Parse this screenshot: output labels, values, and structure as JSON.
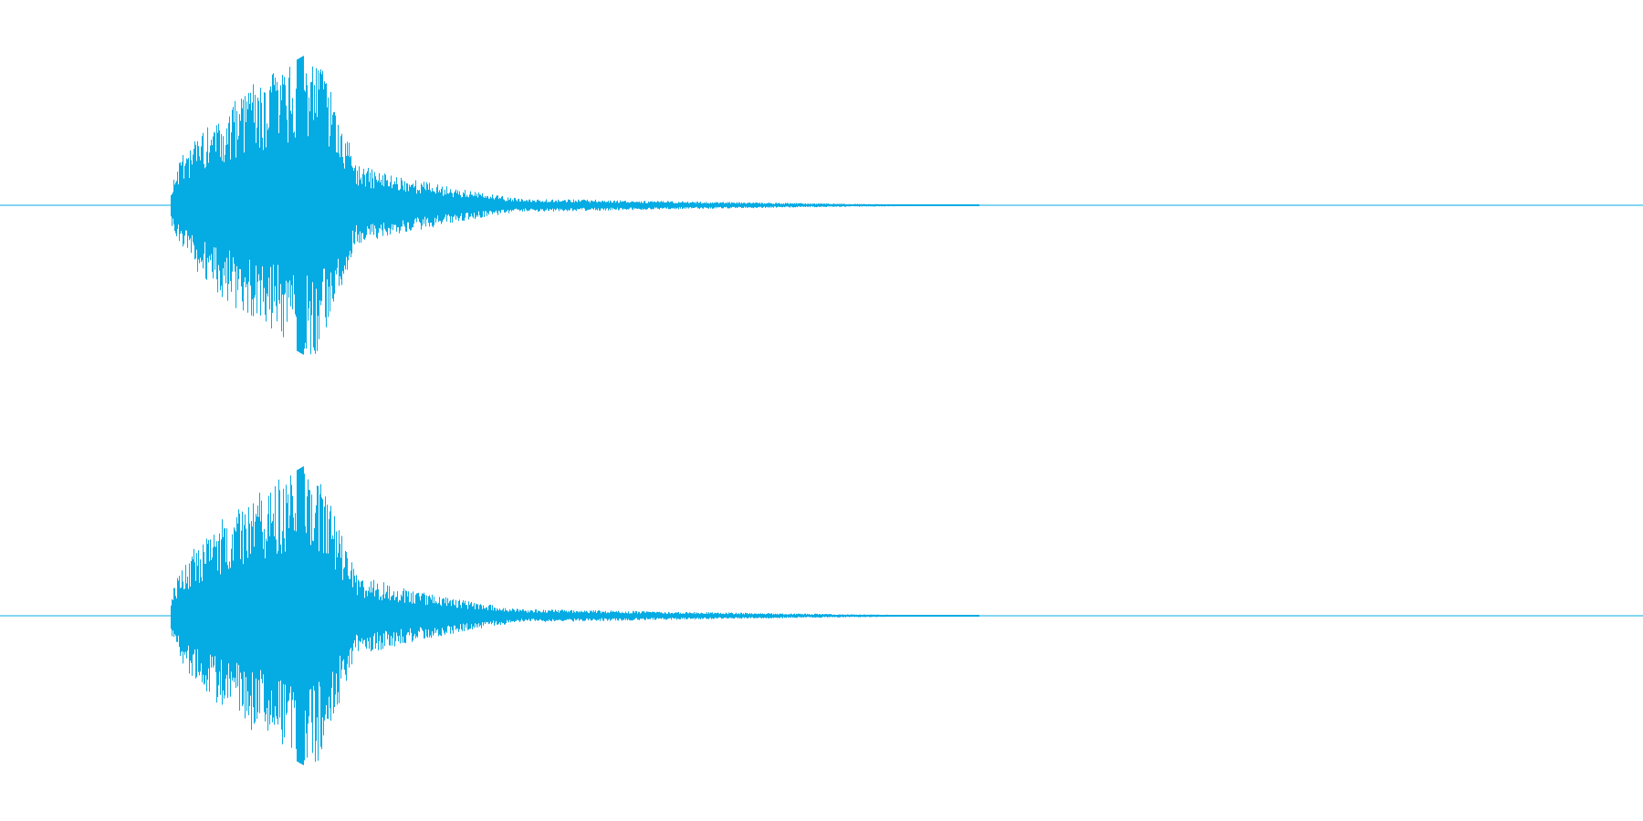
{
  "waveform": {
    "color": "#05abe3",
    "background": "#ffffff",
    "channels": [
      {
        "name": "",
        "seed": 11
      },
      {
        "name": "",
        "seed": 23
      }
    ],
    "envelope": {
      "onset": 0.1037,
      "peak": 0.1916,
      "fast_decay_end": 0.2181,
      "body_end": 0.325,
      "tail_end": 0.5957,
      "peak_amplitude": 0.98,
      "body_amplitude": 0.14,
      "tail_amplitude": 0.02
    }
  }
}
